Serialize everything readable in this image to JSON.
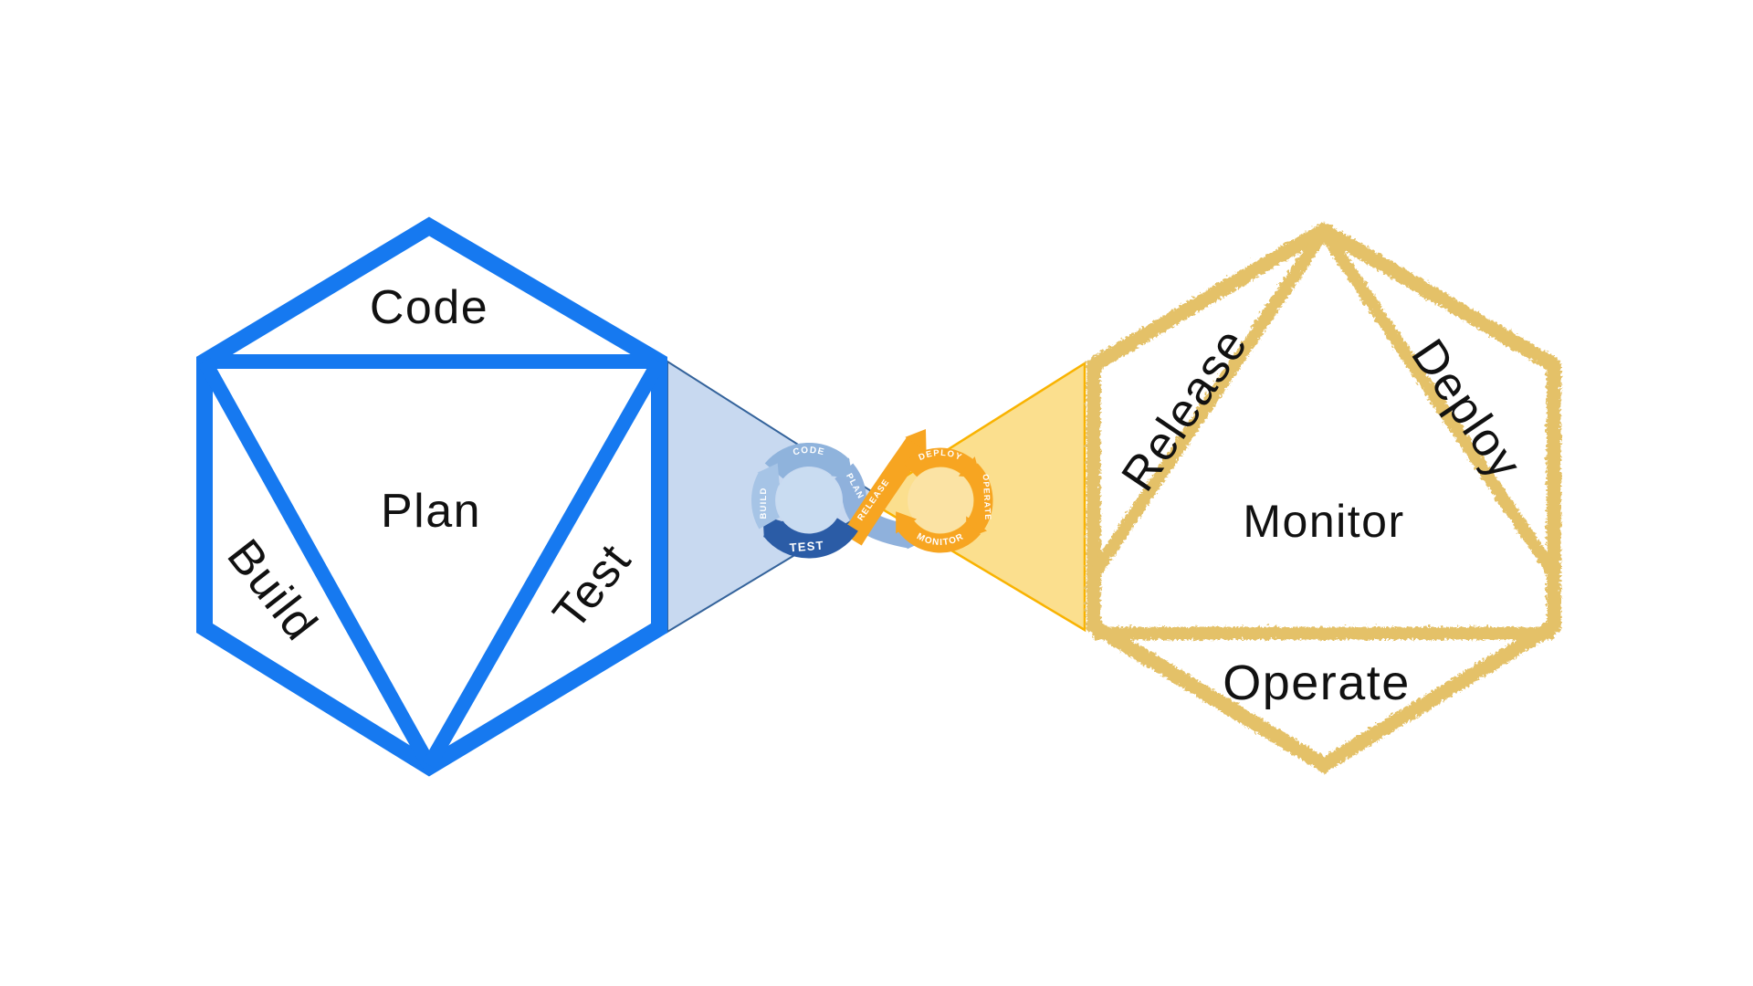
{
  "diagram": {
    "left_hexagon": {
      "labels": {
        "top": "Code",
        "center": "Plan",
        "left": "Build",
        "right": "Test"
      },
      "stroke_color": "#1679F0"
    },
    "right_hexagon": {
      "labels": {
        "upper_left": "Release",
        "upper_right": "Deploy",
        "center": "Monitor",
        "bottom": "Operate"
      },
      "stroke_color": "#E4C167"
    },
    "infinity_loop": {
      "left_ring": {
        "code": "CODE",
        "plan": "PLAN",
        "build": "BUILD",
        "test": "TEST"
      },
      "ribbon": {
        "release": "RELEASE"
      },
      "right_ring": {
        "deploy": "DEPLOY",
        "operate": "OPERATE",
        "monitor": "MONITOR"
      }
    },
    "colors": {
      "blue_hex_stroke": "#1679F0",
      "blue_triangle_fill": "#C8D9F0",
      "blue_triangle_stroke": "#34639B",
      "gold_hex_stroke": "#E4C167",
      "yellow_triangle_fill": "#FBDF8E",
      "yellow_triangle_stroke": "#F9B301",
      "ring_code": "#8FB3DC",
      "ring_plan": "#8FB1DC",
      "ring_build": "#A6C4E6",
      "ring_test": "#2B5CA6",
      "ring_disc_left": "#C9DCF1",
      "ring_disc_right": "#FBE3A4",
      "ring_orange": "#F7A521",
      "label_text": "#111111"
    }
  }
}
